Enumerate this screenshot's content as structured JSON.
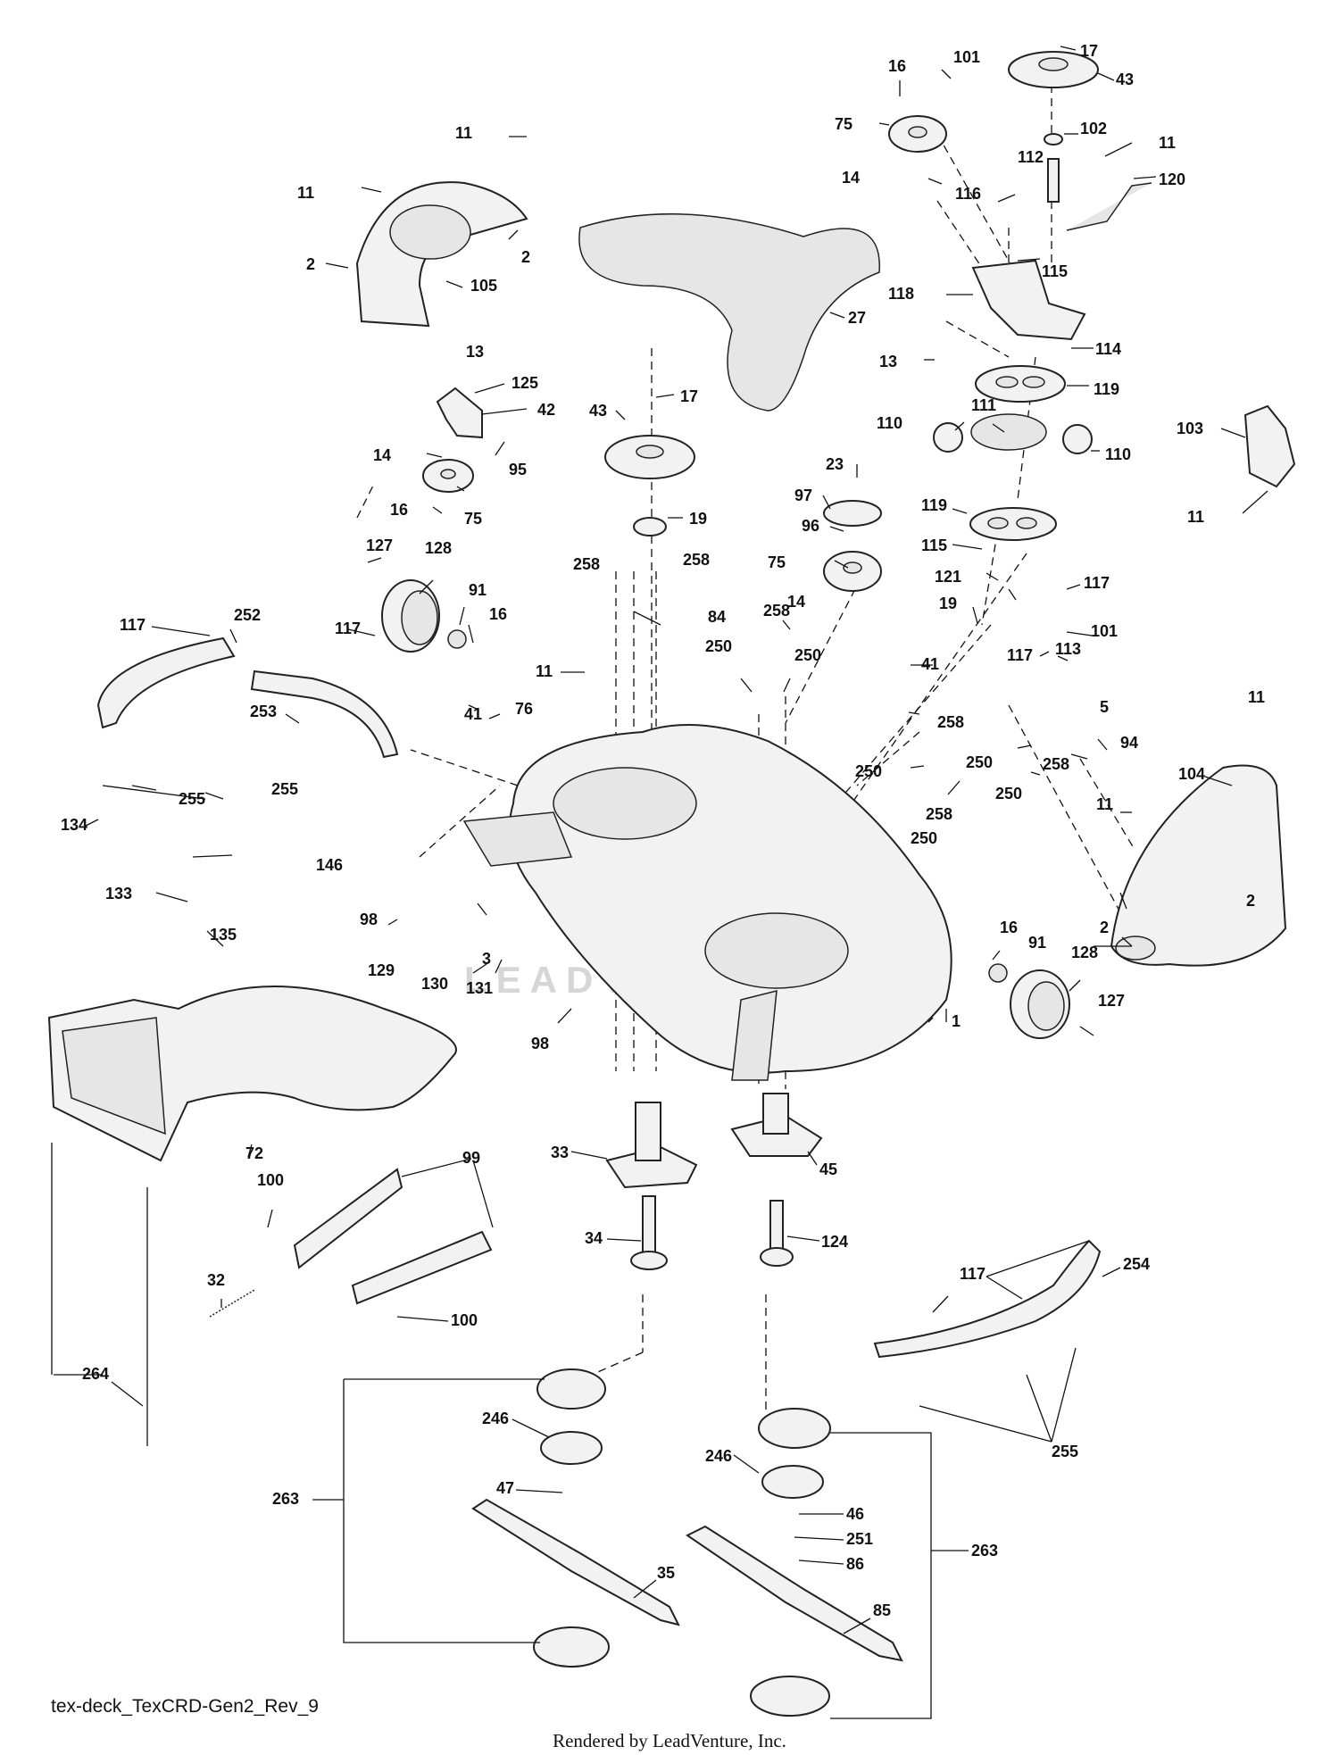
{
  "diagram": {
    "watermark": "LEADVENTURE",
    "footer_id": "tex-deck_TexCRD-Gen2_Rev_9",
    "footer_credit": "Rendered by LeadVenture, Inc.",
    "callouts": [
      {
        "id": "c-17a",
        "label": "17"
      },
      {
        "id": "c-43a",
        "label": "43"
      },
      {
        "id": "c-16a",
        "label": "16"
      },
      {
        "id": "c-101a",
        "label": "101"
      },
      {
        "id": "c-75a",
        "label": "75"
      },
      {
        "id": "c-102",
        "label": "102"
      },
      {
        "id": "c-11a",
        "label": "11"
      },
      {
        "id": "c-112",
        "label": "112"
      },
      {
        "id": "c-14a",
        "label": "14"
      },
      {
        "id": "c-120",
        "label": "120"
      },
      {
        "id": "c-116",
        "label": "116"
      },
      {
        "id": "c-11b",
        "label": "11"
      },
      {
        "id": "c-11c",
        "label": "11"
      },
      {
        "id": "c-2a",
        "label": "2"
      },
      {
        "id": "c-105",
        "label": "105"
      },
      {
        "id": "c-2b",
        "label": "2"
      },
      {
        "id": "c-27",
        "label": "27"
      },
      {
        "id": "c-118",
        "label": "118"
      },
      {
        "id": "c-115a",
        "label": "115"
      },
      {
        "id": "c-13a",
        "label": "13"
      },
      {
        "id": "c-114",
        "label": "114"
      },
      {
        "id": "c-13b",
        "label": "13"
      },
      {
        "id": "c-119a",
        "label": "119"
      },
      {
        "id": "c-125",
        "label": "125"
      },
      {
        "id": "c-42",
        "label": "42"
      },
      {
        "id": "c-17b",
        "label": "17"
      },
      {
        "id": "c-43b",
        "label": "43"
      },
      {
        "id": "c-111",
        "label": "111"
      },
      {
        "id": "c-110a",
        "label": "110"
      },
      {
        "id": "c-110b",
        "label": "110"
      },
      {
        "id": "c-103",
        "label": "103"
      },
      {
        "id": "c-14b",
        "label": "14"
      },
      {
        "id": "c-95",
        "label": "95"
      },
      {
        "id": "c-16b",
        "label": "16"
      },
      {
        "id": "c-75b",
        "label": "75"
      },
      {
        "id": "c-23",
        "label": "23"
      },
      {
        "id": "c-97",
        "label": "97"
      },
      {
        "id": "c-119b",
        "label": "119"
      },
      {
        "id": "c-11d",
        "label": "11"
      },
      {
        "id": "c-19a",
        "label": "19"
      },
      {
        "id": "c-96",
        "label": "96"
      },
      {
        "id": "c-115b",
        "label": "115"
      },
      {
        "id": "c-127a",
        "label": "127"
      },
      {
        "id": "c-128a",
        "label": "128"
      },
      {
        "id": "c-75c",
        "label": "75"
      },
      {
        "id": "c-258a",
        "label": "258"
      },
      {
        "id": "c-258b",
        "label": "258"
      },
      {
        "id": "c-121",
        "label": "121"
      },
      {
        "id": "c-117a",
        "label": "117"
      },
      {
        "id": "c-91a",
        "label": "91"
      },
      {
        "id": "c-16c",
        "label": "16"
      },
      {
        "id": "c-14c",
        "label": "14"
      },
      {
        "id": "c-19b",
        "label": "19"
      },
      {
        "id": "c-117b",
        "label": "117"
      },
      {
        "id": "c-252",
        "label": "252"
      },
      {
        "id": "c-117c",
        "label": "117"
      },
      {
        "id": "c-84",
        "label": "84"
      },
      {
        "id": "c-258c",
        "label": "258"
      },
      {
        "id": "c-101b",
        "label": "101"
      },
      {
        "id": "c-117d",
        "label": "117"
      },
      {
        "id": "c-113",
        "label": "113"
      },
      {
        "id": "c-250a",
        "label": "250"
      },
      {
        "id": "c-250b",
        "label": "250"
      },
      {
        "id": "c-11e",
        "label": "11"
      },
      {
        "id": "c-41a",
        "label": "41"
      },
      {
        "id": "c-253",
        "label": "253"
      },
      {
        "id": "c-76",
        "label": "76"
      },
      {
        "id": "c-41b",
        "label": "41"
      },
      {
        "id": "c-5",
        "label": "5"
      },
      {
        "id": "c-11f",
        "label": "11"
      },
      {
        "id": "c-258d",
        "label": "258"
      },
      {
        "id": "c-94",
        "label": "94"
      },
      {
        "id": "c-250c",
        "label": "250"
      },
      {
        "id": "c-250d",
        "label": "250"
      },
      {
        "id": "c-258e",
        "label": "258"
      },
      {
        "id": "c-104",
        "label": "104"
      },
      {
        "id": "c-255a",
        "label": "255"
      },
      {
        "id": "c-255b",
        "label": "255"
      },
      {
        "id": "c-250e",
        "label": "250"
      },
      {
        "id": "c-11g",
        "label": "11"
      },
      {
        "id": "c-258f",
        "label": "258"
      },
      {
        "id": "c-250f",
        "label": "250"
      },
      {
        "id": "c-134",
        "label": "134"
      },
      {
        "id": "c-146",
        "label": "146"
      },
      {
        "id": "c-98a",
        "label": "98"
      },
      {
        "id": "c-2c",
        "label": "2"
      },
      {
        "id": "c-133",
        "label": "133"
      },
      {
        "id": "c-135",
        "label": "135"
      },
      {
        "id": "c-16d",
        "label": "16"
      },
      {
        "id": "c-91b",
        "label": "91"
      },
      {
        "id": "c-2d",
        "label": "2"
      },
      {
        "id": "c-128b",
        "label": "128"
      },
      {
        "id": "c-3",
        "label": "3"
      },
      {
        "id": "c-129",
        "label": "129"
      },
      {
        "id": "c-130",
        "label": "130"
      },
      {
        "id": "c-131",
        "label": "131"
      },
      {
        "id": "c-1",
        "label": "1"
      },
      {
        "id": "c-127b",
        "label": "127"
      },
      {
        "id": "c-98b",
        "label": "98"
      },
      {
        "id": "c-72",
        "label": "72"
      },
      {
        "id": "c-33",
        "label": "33"
      },
      {
        "id": "c-45",
        "label": "45"
      },
      {
        "id": "c-99",
        "label": "99"
      },
      {
        "id": "c-100a",
        "label": "100"
      },
      {
        "id": "c-34",
        "label": "34"
      },
      {
        "id": "c-124",
        "label": "124"
      },
      {
        "id": "c-117e",
        "label": "117"
      },
      {
        "id": "c-254",
        "label": "254"
      },
      {
        "id": "c-32",
        "label": "32"
      },
      {
        "id": "c-100b",
        "label": "100"
      },
      {
        "id": "c-264",
        "label": "264"
      },
      {
        "id": "c-246a",
        "label": "246"
      },
      {
        "id": "c-255c",
        "label": "255"
      },
      {
        "id": "c-246b",
        "label": "246"
      },
      {
        "id": "c-263a",
        "label": "263"
      },
      {
        "id": "c-47",
        "label": "47"
      },
      {
        "id": "c-46",
        "label": "46"
      },
      {
        "id": "c-251",
        "label": "251"
      },
      {
        "id": "c-263b",
        "label": "263"
      },
      {
        "id": "c-35",
        "label": "35"
      },
      {
        "id": "c-86",
        "label": "86"
      },
      {
        "id": "c-85",
        "label": "85"
      }
    ]
  }
}
